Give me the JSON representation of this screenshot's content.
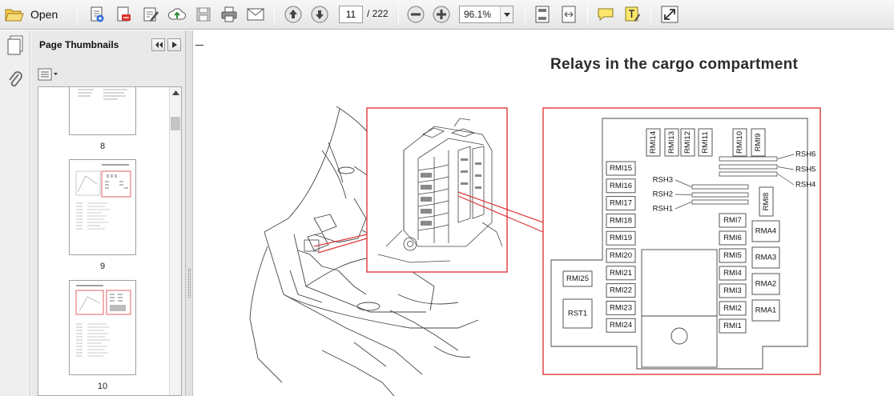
{
  "toolbar": {
    "open_label": "Open",
    "current_page": "11",
    "total_pages": "/ 222",
    "zoom_value": "96.1%",
    "icons": [
      "open-folder-icon",
      "create-pdf-icon",
      "convert-icon",
      "edit-icon",
      "upload-cloud-icon",
      "save-icon",
      "print-icon",
      "email-icon",
      "previous-page-icon",
      "next-page-icon",
      "zoom-out-icon",
      "zoom-in-icon",
      "fit-page-icon",
      "fit-width-icon",
      "comment-icon",
      "highlight-icon",
      "fullscreen-icon"
    ]
  },
  "panel": {
    "title": "Page Thumbnails",
    "thumbnails": [
      {
        "page": "8"
      },
      {
        "page": "9"
      },
      {
        "page": "10"
      }
    ]
  },
  "document": {
    "title": "Relays in the cargo compartment",
    "relays_top": [
      "RMI14",
      "RMI13",
      "RMI12",
      "RMI11",
      "RMI10",
      "RMI9"
    ],
    "relays_left": [
      "RMI15",
      "RMI16",
      "RMI17",
      "RMI18",
      "RMI19",
      "RMI20",
      "RMI21",
      "RMI22",
      "RMI23",
      "RMI24"
    ],
    "relays_right": [
      "RMI7",
      "RMI6",
      "RMI5",
      "RMI4",
      "RMI3",
      "RMI2",
      "RMI1"
    ],
    "relays_rma": [
      "RMA4",
      "RMA3",
      "RMA2",
      "RMA1"
    ],
    "relay_rmi8": "RMI8",
    "relay_rmi25": "RMI25",
    "relay_rst1": "RST1",
    "rsh_right": [
      "RSH6",
      "RSH5",
      "RSH4"
    ],
    "rsh_left": [
      "RSH3",
      "RSH2",
      "RSH1"
    ]
  },
  "colors": {
    "callout_red": "#e03a3a",
    "toolbar_bg": "#ececec",
    "panel_bg": "#e9e9e9"
  }
}
